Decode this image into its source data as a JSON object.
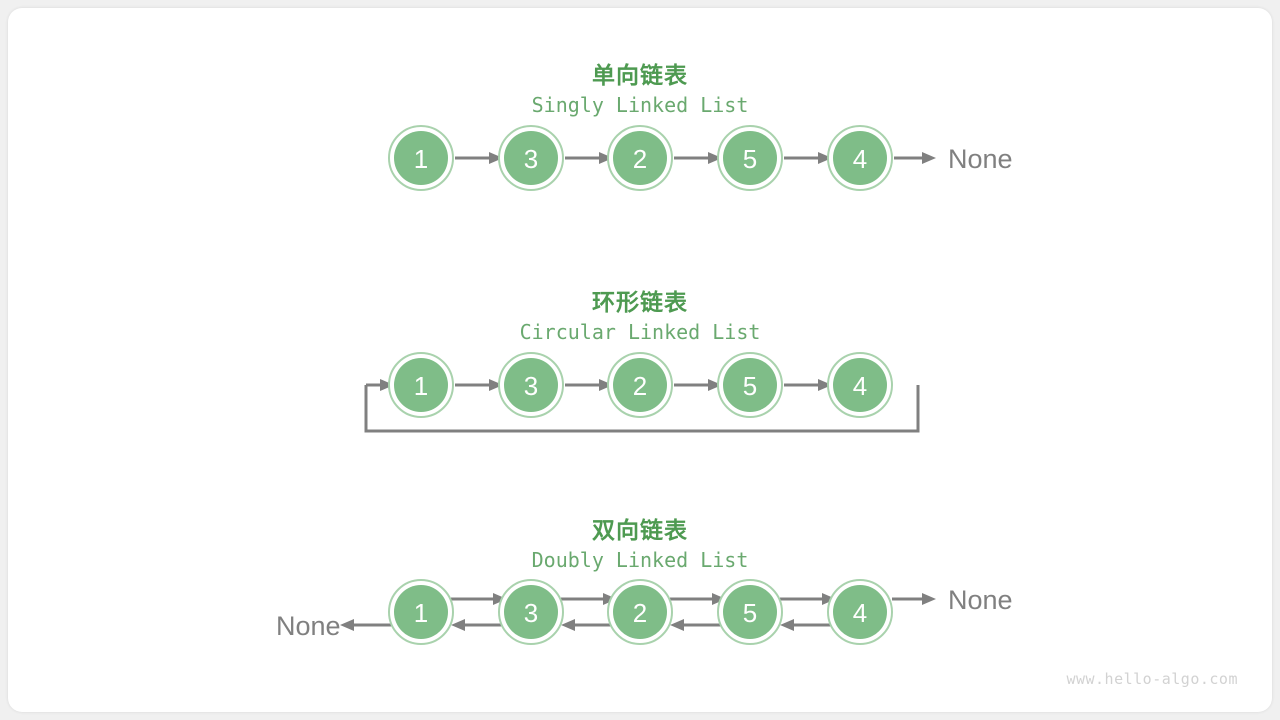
{
  "page": {
    "background_color": "#f0f0f0",
    "card_color": "#ffffff",
    "watermark": "www.hello-algo.com"
  },
  "colors": {
    "title_green": "#4e9a51",
    "subtitle_green": "#6aa96f",
    "node_fill": "#7fbd88",
    "node_ring": "#a9d2ad",
    "arrow_gray": "#808080",
    "none_gray": "#808080"
  },
  "sections": [
    {
      "id": "singly",
      "title": "单向链表",
      "subtitle": "Singly Linked List",
      "nodes": [
        "1",
        "3",
        "2",
        "5",
        "4"
      ],
      "tail_label": "None",
      "head_label": null
    },
    {
      "id": "circular",
      "title": "环形链表",
      "subtitle": "Circular Linked List",
      "nodes": [
        "1",
        "3",
        "2",
        "5",
        "4"
      ],
      "tail_label": null,
      "head_label": null
    },
    {
      "id": "doubly",
      "title": "双向链表",
      "subtitle": "Doubly Linked List",
      "nodes": [
        "1",
        "3",
        "2",
        "5",
        "4"
      ],
      "tail_label": "None",
      "head_label": "None"
    }
  ]
}
